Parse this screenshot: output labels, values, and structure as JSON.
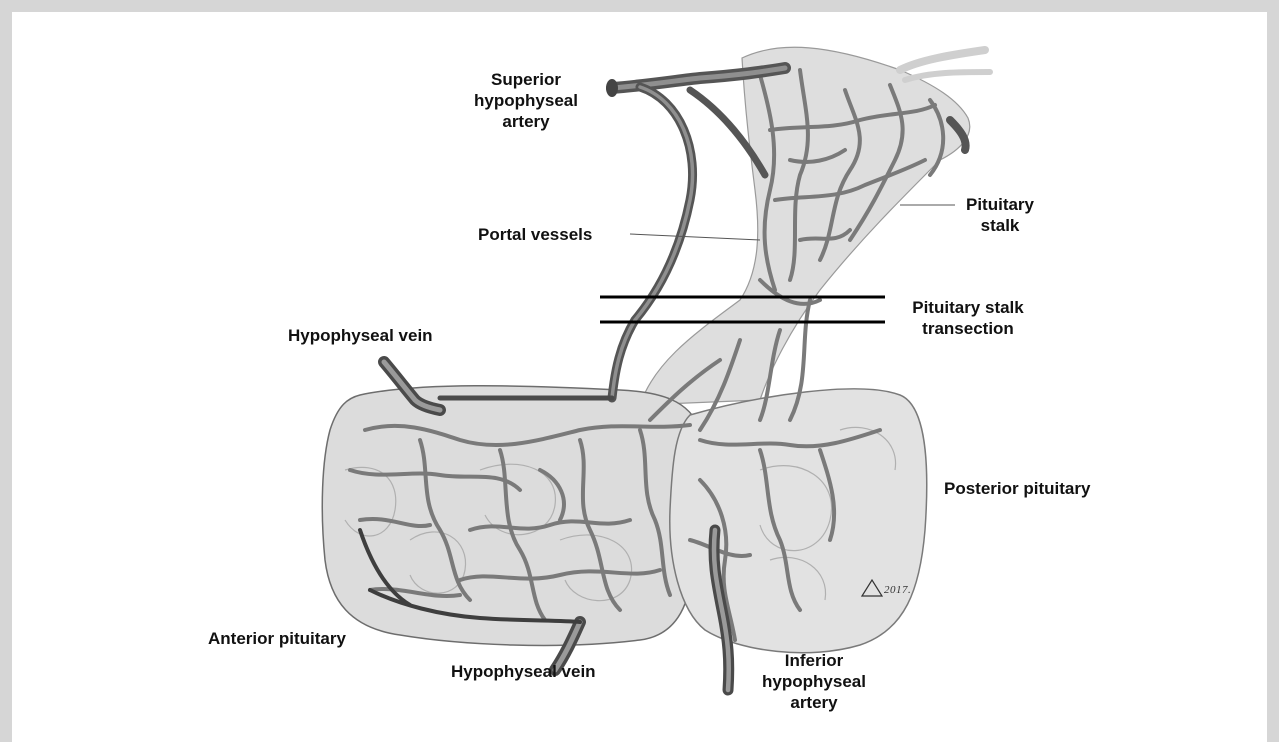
{
  "diagram": {
    "signature": "2017.",
    "labels": {
      "superior_hypophyseal_artery": [
        "Superior",
        "hypophyseal",
        "artery"
      ],
      "portal_vessels": "Portal vessels",
      "pituitary_stalk": [
        "Pituitary",
        "stalk"
      ],
      "pituitary_stalk_transection": [
        "Pituitary stalk",
        "transection"
      ],
      "hypophyseal_vein_top": "Hypophyseal vein",
      "posterior_pituitary": "Posterior pituitary",
      "anterior_pituitary": "Anterior pituitary",
      "hypophyseal_vein_bottom": "Hypophyseal vein",
      "inferior_hypophyseal_artery": [
        "Inferior",
        "hypophyseal",
        "artery"
      ]
    }
  }
}
